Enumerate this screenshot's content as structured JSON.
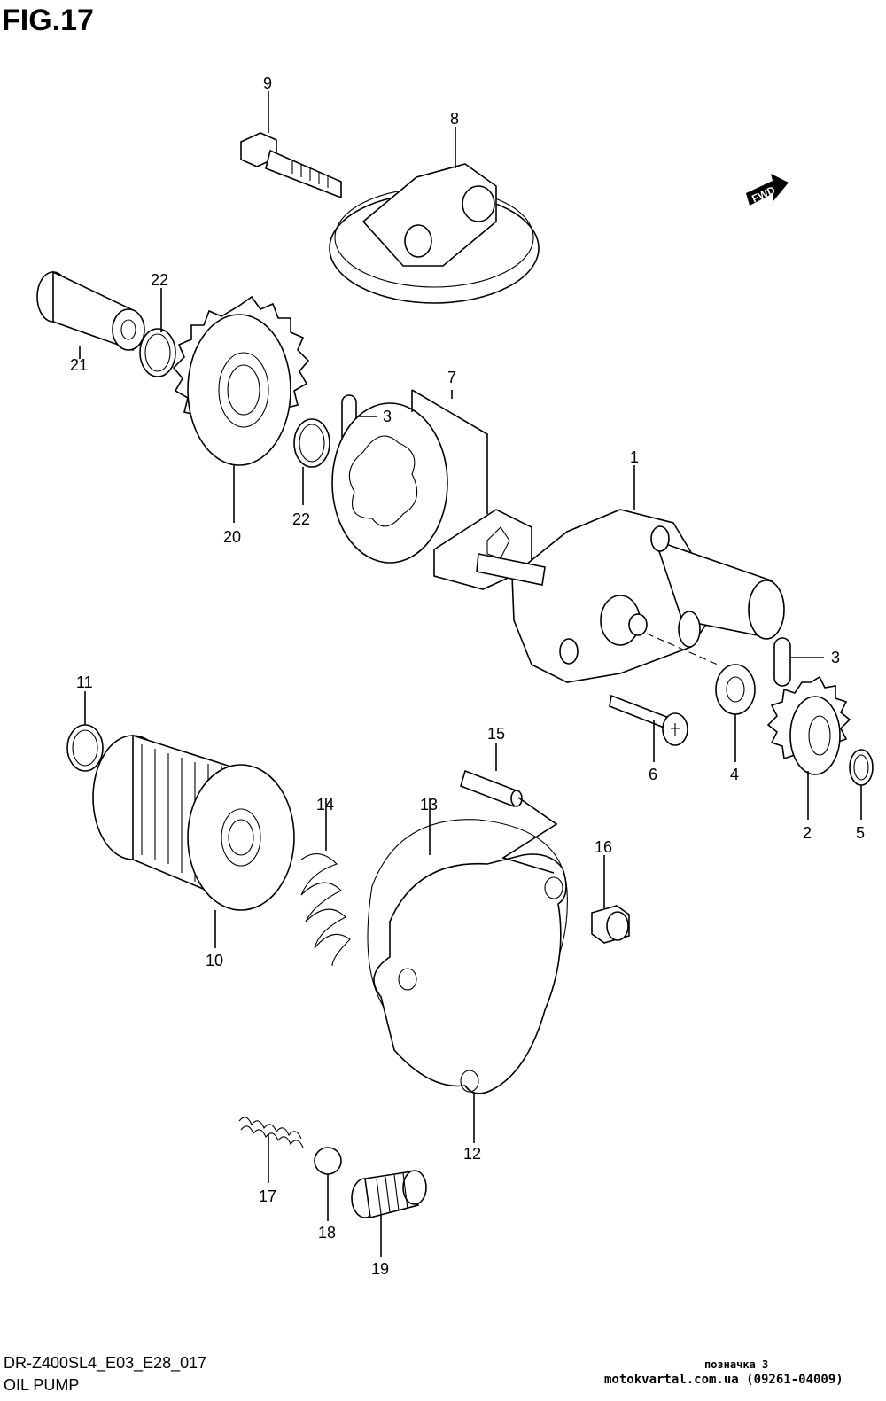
{
  "figure": {
    "title": "FIG.17",
    "code": "DR-Z400SL4_E03_E28_017",
    "name": "OIL PUMP",
    "direction_badge": "FWD"
  },
  "watermark": {
    "line1": "позначка 3",
    "line2": "motokvartal.com.ua (09261-04009)"
  },
  "callouts": [
    {
      "id": "c1",
      "label": "1"
    },
    {
      "id": "c2",
      "label": "2"
    },
    {
      "id": "c3a",
      "label": "3"
    },
    {
      "id": "c3b",
      "label": "3"
    },
    {
      "id": "c4",
      "label": "4"
    },
    {
      "id": "c5",
      "label": "5"
    },
    {
      "id": "c6",
      "label": "6"
    },
    {
      "id": "c7",
      "label": "7"
    },
    {
      "id": "c8",
      "label": "8"
    },
    {
      "id": "c9",
      "label": "9"
    },
    {
      "id": "c10",
      "label": "10"
    },
    {
      "id": "c11",
      "label": "11"
    },
    {
      "id": "c12",
      "label": "12"
    },
    {
      "id": "c13",
      "label": "13"
    },
    {
      "id": "c14",
      "label": "14"
    },
    {
      "id": "c15",
      "label": "15"
    },
    {
      "id": "c16",
      "label": "16"
    },
    {
      "id": "c17",
      "label": "17"
    },
    {
      "id": "c18",
      "label": "18"
    },
    {
      "id": "c19",
      "label": "19"
    },
    {
      "id": "c20",
      "label": "20"
    },
    {
      "id": "c21",
      "label": "21"
    },
    {
      "id": "c22a",
      "label": "22"
    },
    {
      "id": "c22b",
      "label": "22"
    }
  ]
}
